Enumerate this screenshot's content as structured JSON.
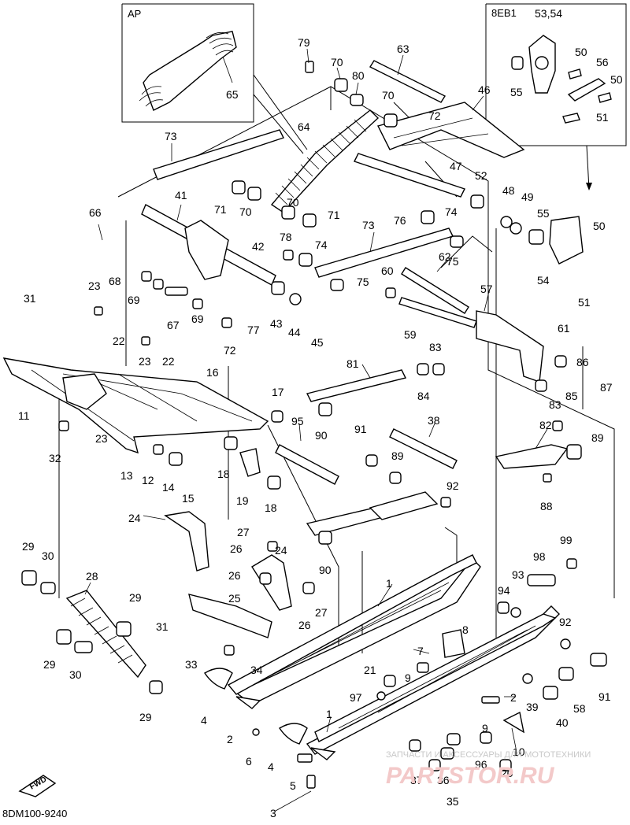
{
  "diagram": {
    "code": "8DM100-9240",
    "fwd_label": "FWD",
    "insets": {
      "ap": "AP",
      "eb1": "8EB1"
    },
    "watermark": {
      "line1": "ЗАПЧАСТИ И АКСЕССУАРЫ ДЛЯ МОТОТЕХНИКИ",
      "line2": "PARTSTOR.RU"
    },
    "labels": [
      "AP",
      "65",
      "8EB1",
      "53,54",
      "50",
      "56",
      "50",
      "55",
      "51",
      "79",
      "70",
      "80",
      "63",
      "46",
      "70",
      "72",
      "64",
      "73",
      "47",
      "52",
      "48",
      "49",
      "55",
      "50",
      "54",
      "51",
      "71",
      "70",
      "70",
      "71",
      "76",
      "74",
      "66",
      "41",
      "78",
      "74",
      "73",
      "75",
      "42",
      "62",
      "68",
      "69",
      "67",
      "23",
      "69",
      "77",
      "43",
      "44",
      "45",
      "60",
      "75",
      "57",
      "61",
      "22",
      "72",
      "23",
      "22",
      "31",
      "59",
      "83",
      "81",
      "84",
      "86",
      "87",
      "85",
      "16",
      "17",
      "11",
      "23",
      "32",
      "13",
      "12",
      "14",
      "15",
      "95",
      "90",
      "91",
      "89",
      "38",
      "83",
      "82",
      "89",
      "88",
      "18",
      "19",
      "18",
      "92",
      "24",
      "27",
      "26",
      "24",
      "29",
      "30",
      "28",
      "26",
      "90",
      "98",
      "99",
      "25",
      "27",
      "29",
      "31",
      "26",
      "93",
      "94",
      "92",
      "1",
      "8",
      "7",
      "33",
      "34",
      "9",
      "91",
      "29",
      "30",
      "29",
      "4",
      "2",
      "21",
      "97",
      "39",
      "58",
      "40",
      "2",
      "1",
      "9",
      "6",
      "4",
      "5",
      "3",
      "37",
      "36",
      "35",
      "96",
      "20",
      "10"
    ]
  }
}
